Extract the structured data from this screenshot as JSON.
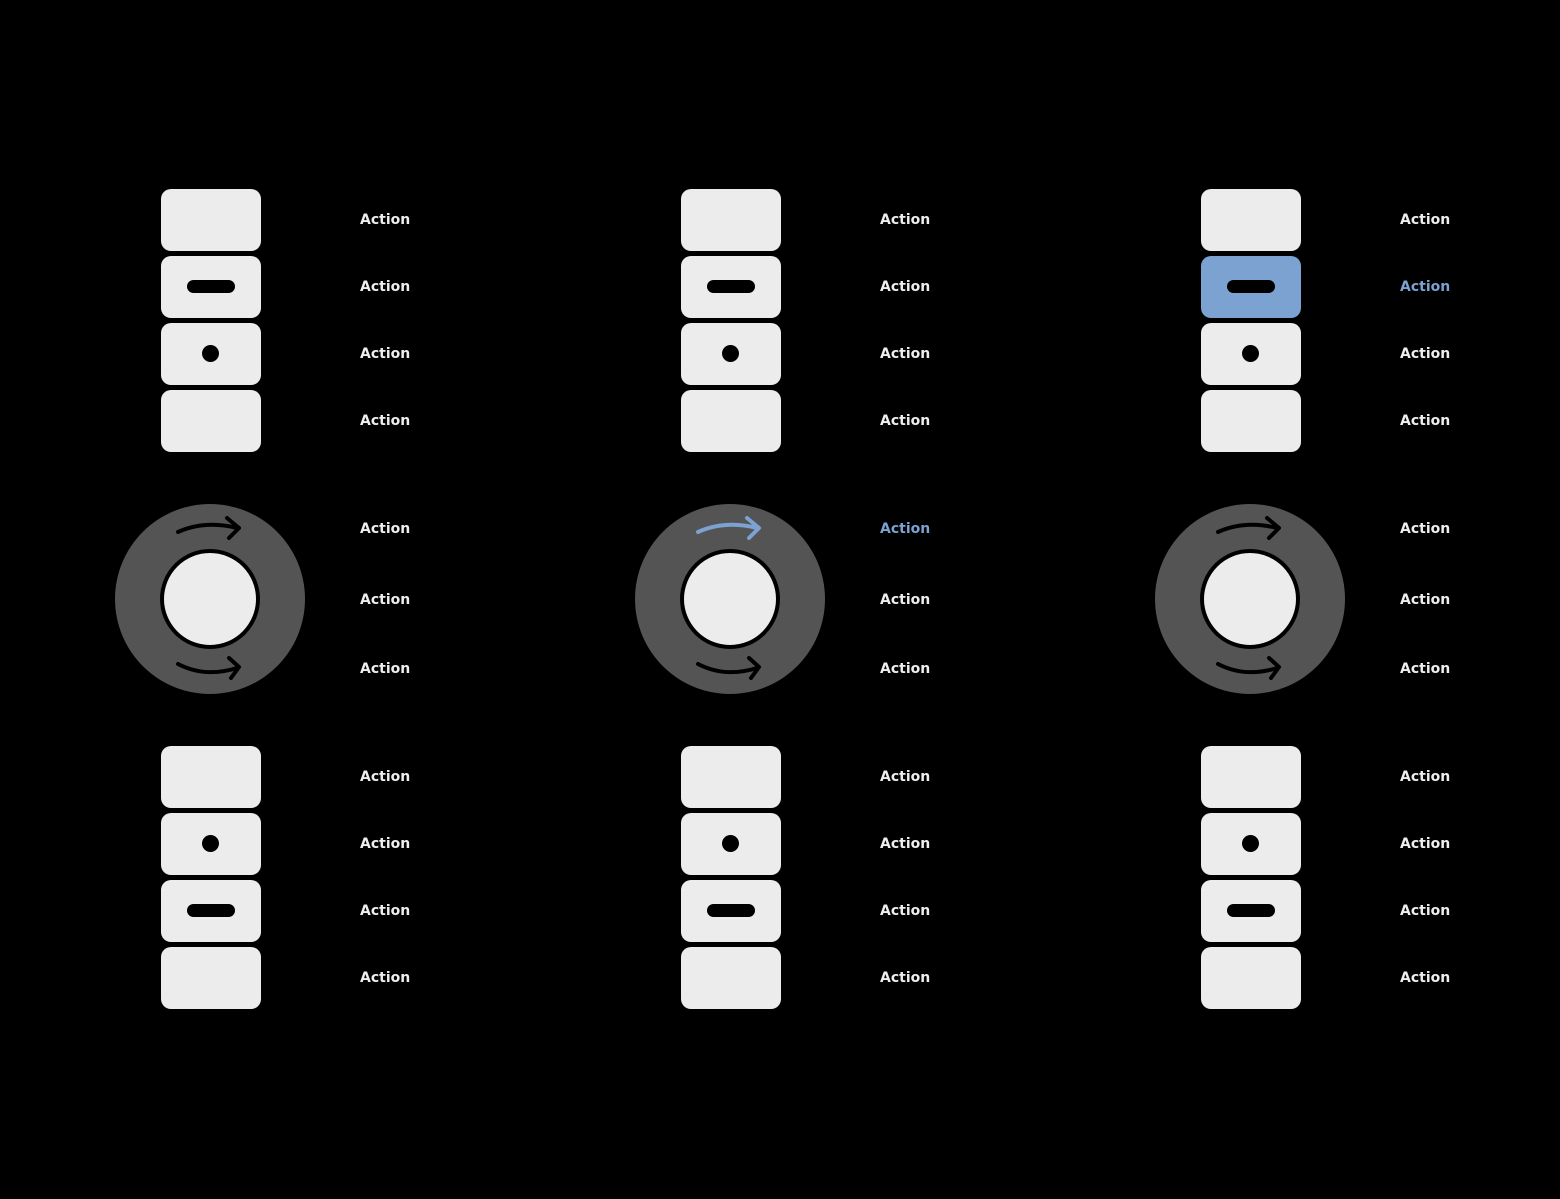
{
  "colors": {
    "background": "#000000",
    "key": "#ececec",
    "dial": "#545454",
    "highlight": "#7ba2d1",
    "label": "#eeeeee"
  },
  "panels": [
    {
      "top_keys": [
        {
          "icon": "blank",
          "label": "Action",
          "active": false
        },
        {
          "icon": "dash-icon",
          "label": "Action",
          "active": false
        },
        {
          "icon": "dot-icon",
          "label": "Action",
          "active": false
        },
        {
          "icon": "blank",
          "label": "Action",
          "active": false
        }
      ],
      "dial": {
        "labels": [
          "Action",
          "Action",
          "Action"
        ],
        "active_arrow": "none"
      },
      "bottom_keys": [
        {
          "icon": "blank",
          "label": "Action",
          "active": false
        },
        {
          "icon": "dot-icon",
          "label": "Action",
          "active": false
        },
        {
          "icon": "dash-icon",
          "label": "Action",
          "active": false
        },
        {
          "icon": "blank",
          "label": "Action",
          "active": false
        }
      ]
    },
    {
      "top_keys": [
        {
          "icon": "blank",
          "label": "Action",
          "active": false
        },
        {
          "icon": "dash-icon",
          "label": "Action",
          "active": false
        },
        {
          "icon": "dot-icon",
          "label": "Action",
          "active": false
        },
        {
          "icon": "blank",
          "label": "Action",
          "active": false
        }
      ],
      "dial": {
        "labels": [
          "Action",
          "Action",
          "Action"
        ],
        "active_arrow": "clockwise-top"
      },
      "bottom_keys": [
        {
          "icon": "blank",
          "label": "Action",
          "active": false
        },
        {
          "icon": "dot-icon",
          "label": "Action",
          "active": false
        },
        {
          "icon": "dash-icon",
          "label": "Action",
          "active": false
        },
        {
          "icon": "blank",
          "label": "Action",
          "active": false
        }
      ]
    },
    {
      "top_keys": [
        {
          "icon": "blank",
          "label": "Action",
          "active": false
        },
        {
          "icon": "dash-icon",
          "label": "Action",
          "active": true
        },
        {
          "icon": "dot-icon",
          "label": "Action",
          "active": false
        },
        {
          "icon": "blank",
          "label": "Action",
          "active": false
        }
      ],
      "dial": {
        "labels": [
          "Action",
          "Action",
          "Action"
        ],
        "active_arrow": "none"
      },
      "bottom_keys": [
        {
          "icon": "blank",
          "label": "Action",
          "active": false
        },
        {
          "icon": "dot-icon",
          "label": "Action",
          "active": false
        },
        {
          "icon": "dash-icon",
          "label": "Action",
          "active": false
        },
        {
          "icon": "blank",
          "label": "Action",
          "active": false
        }
      ]
    }
  ]
}
